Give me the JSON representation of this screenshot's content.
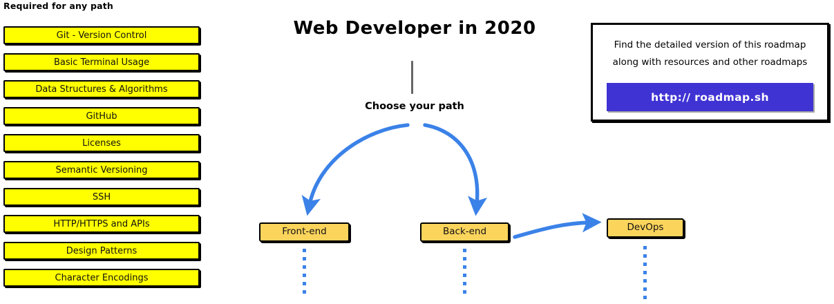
{
  "page": {
    "title": "Web Developer in 2020",
    "background_color": "#ffffff"
  },
  "colors": {
    "skill_box_fill": "#ffff00",
    "path_node_fill": "#fbd45c",
    "arrow_blue": "#3b82e8",
    "link_button_bg": "#4033d4",
    "stem_gray": "#666666",
    "outline_black": "#000000"
  },
  "required_section": {
    "heading": "Required for any path",
    "items": [
      {
        "label": "Git - Version Control"
      },
      {
        "label": "Basic Terminal Usage"
      },
      {
        "label": "Data Structures & Algorithms"
      },
      {
        "label": "GitHub"
      },
      {
        "label": "Licenses"
      },
      {
        "label": "Semantic Versioning"
      },
      {
        "label": "SSH"
      },
      {
        "label": "HTTP/HTTPS and APIs"
      },
      {
        "label": "Design Patterns"
      },
      {
        "label": "Character Encodings"
      }
    ]
  },
  "center": {
    "title": "Web Developer in 2020",
    "choose_path_label": "Choose your path"
  },
  "paths": [
    {
      "label": "Front-end"
    },
    {
      "label": "Back-end"
    },
    {
      "label": "DevOps"
    }
  ],
  "info_card": {
    "line1": "Find the detailed version of this roadmap",
    "line2": "along with resources and other roadmaps",
    "link_label": "http:// roadmap.sh"
  }
}
